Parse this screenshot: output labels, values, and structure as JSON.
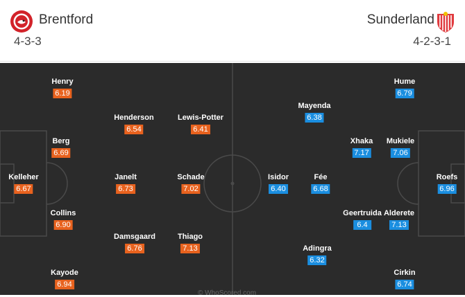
{
  "home": {
    "name": "Brentford",
    "formation": "4-3-3",
    "color": "#e8621e",
    "crest_icon": "brentford-crest-icon",
    "players": [
      {
        "name": "Kelleher",
        "rating": "6.67"
      },
      {
        "name": "Henry",
        "rating": "6.19"
      },
      {
        "name": "Berg",
        "rating": "6.69"
      },
      {
        "name": "Collins",
        "rating": "6.90"
      },
      {
        "name": "Kayode",
        "rating": "6.94"
      },
      {
        "name": "Henderson",
        "rating": "6.54"
      },
      {
        "name": "Janelt",
        "rating": "6.73"
      },
      {
        "name": "Damsgaard",
        "rating": "6.76"
      },
      {
        "name": "Lewis-Potter",
        "rating": "6.41"
      },
      {
        "name": "Schade",
        "rating": "7.02"
      },
      {
        "name": "Thiago",
        "rating": "7.13"
      }
    ]
  },
  "away": {
    "name": "Sunderland",
    "formation": "4-2-3-1",
    "color": "#1a8ee0",
    "crest_icon": "sunderland-crest-icon",
    "players": [
      {
        "name": "Roefs",
        "rating": "6.96"
      },
      {
        "name": "Hume",
        "rating": "6.79"
      },
      {
        "name": "Mukiele",
        "rating": "7.06"
      },
      {
        "name": "Alderete",
        "rating": "7.13"
      },
      {
        "name": "Cirkin",
        "rating": "6.74"
      },
      {
        "name": "Xhaka",
        "rating": "7.17"
      },
      {
        "name": "Geertruida",
        "rating": "6.4"
      },
      {
        "name": "Mayenda",
        "rating": "6.38"
      },
      {
        "name": "Fée",
        "rating": "6.68"
      },
      {
        "name": "Adingra",
        "rating": "6.32"
      },
      {
        "name": "Isidor",
        "rating": "6.40"
      }
    ]
  },
  "watermark": "© WhoScored.com"
}
